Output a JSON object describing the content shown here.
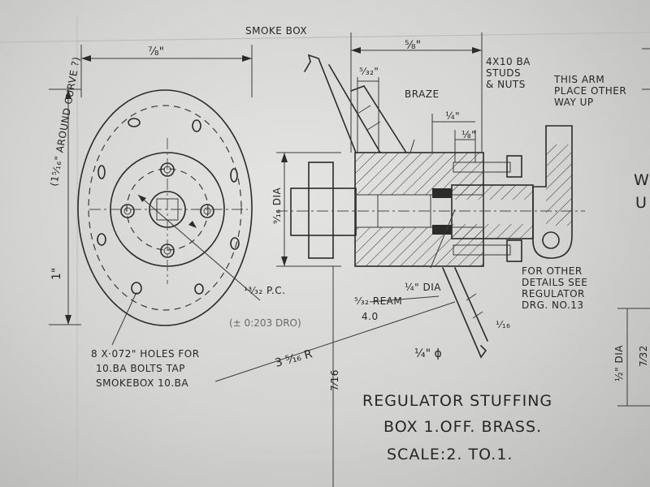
{
  "labels": {
    "smoke_box": "SMOKE BOX",
    "braze": "BRAZE",
    "studs_1": "4X10 BA",
    "studs_2": "STUDS",
    "studs_3": "& NUTS",
    "arm_1": "THIS ARM",
    "arm_2": "PLACE OTHER",
    "arm_3": "WAY UP",
    "details_1": "FOR OTHER",
    "details_2": "DETAILS SEE",
    "details_3": "REGULATOR",
    "details_4": "DRG. NO.13",
    "holes_1": "8 X·072\" HOLES FOR",
    "holes_2": "10.BA BOLTS TAP",
    "holes_3": "SMOKEBOX 10.BA",
    "around_curve": "(1⁵⁄₁₆\" AROUND CURVE ?)",
    "pcd": "¹³⁄₃₂ P.C.",
    "tolerance": "(± 0:203 DRO)",
    "ream": "⁵⁄₃₂ REAM",
    "dia_label": "¼\" DIA",
    "dim_4_0": "4.0",
    "radius": "3 ⁵⁄₁₆ R",
    "phi": "¼\" ϕ",
    "dim_7_8": "⅞\"",
    "dim_1in": "1\"",
    "dim_5_8": "⅝\"",
    "dim_5_32": "⁵⁄₃₂\"",
    "dim_1_4": "¼\"",
    "dim_1_8": "⅛\"",
    "dim_9_16": "⁹⁄₁₆ DIA",
    "dim_1_16": "¹⁄₁₆",
    "dim_7_16": "7⁄16",
    "dim_half_dia": "½\" DIA",
    "dim_7_32": "7⁄32",
    "edge_w": "W",
    "edge_u": "U"
  },
  "title": {
    "line1": "REGULATOR STUFFING",
    "line2": "BOX 1.OFF. BRASS.",
    "line3": "SCALE:2. TO.1."
  }
}
